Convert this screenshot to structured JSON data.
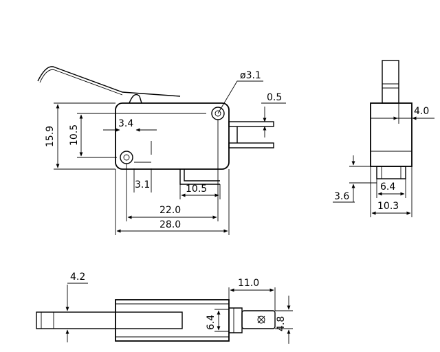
{
  "front_view": {
    "dims": {
      "hole_dia": "ø3.1",
      "terminal_thickness": "0.5",
      "height": "15.9",
      "hole_spacing_v": "10.5",
      "hole_offset_top": "3.4",
      "hole_offset_side": "3.1",
      "terminal_length": "10.5",
      "hole_spacing_h": "22.0",
      "overall_length": "28.0"
    }
  },
  "side_view": {
    "dims": {
      "top_width": "4.0",
      "pin_width": "6.4",
      "pin_offset": "3.6",
      "overall_width": "10.3"
    }
  },
  "bottom_view": {
    "dims": {
      "lever_width": "4.2",
      "terminal_length": "11.0",
      "terminal_height": "6.4",
      "tab_width": "4.8"
    }
  }
}
